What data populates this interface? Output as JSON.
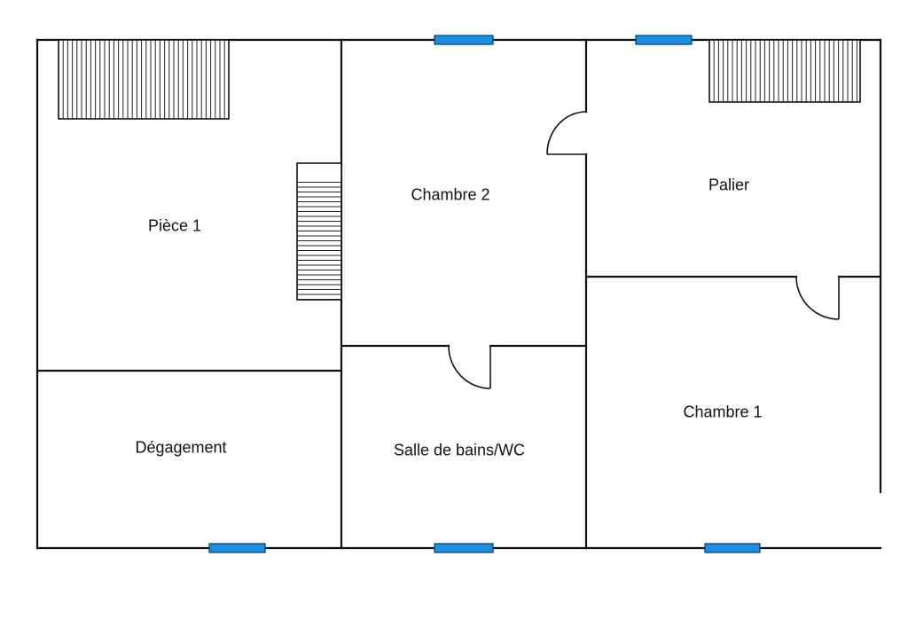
{
  "rooms": {
    "piece1": "Pièce 1",
    "chambre2": "Chambre 2",
    "palier": "Palier",
    "degagement": "Dégagement",
    "salle_de_bains": "Salle de bains/WC",
    "chambre1": "Chambre 1"
  },
  "colors": {
    "wall": "#111111",
    "window": "#1a8fe3",
    "background": "#ffffff"
  }
}
